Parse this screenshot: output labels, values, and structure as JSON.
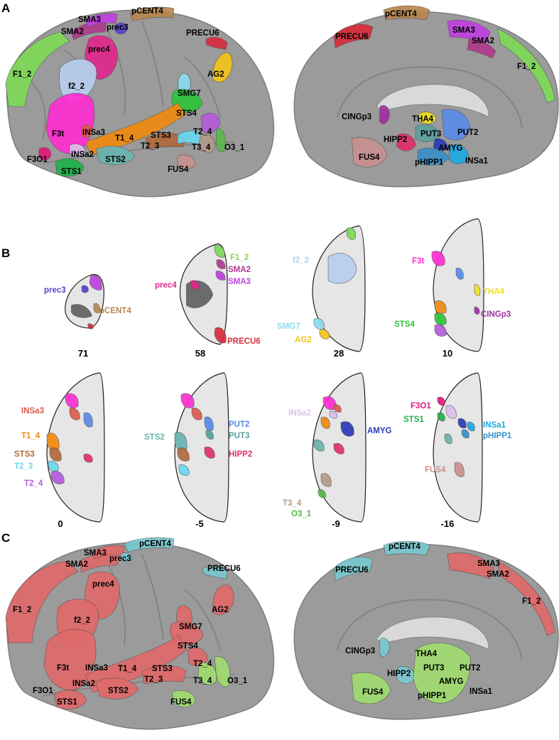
{
  "panels": {
    "a": "A",
    "b": "B",
    "c": "C"
  },
  "colors": {
    "F1_2": "#7ed957",
    "SMA2": "#b03a8a",
    "SMA3": "#c040e0",
    "prec3": "#5a3fd0",
    "pCENT4": "#b8864f",
    "PRECU6": "#d82c3c",
    "prec4": "#e0288c",
    "f2_2": "#b8cfee",
    "AG2": "#f2c418",
    "SMG7": "#8adcef",
    "STS4": "#2ec43a",
    "T2_4": "#b45cdc",
    "T1_4": "#f08a10",
    "STS3": "#b06a3c",
    "T2_3": "#6ad8f0",
    "T3_4": "#b49a8a",
    "O3_1": "#5ab84a",
    "F3t": "#ff2ed2",
    "INSa3": "#dc5a50",
    "INSa2": "#dcc0ec",
    "F3O1": "#e0187a",
    "STS1": "#20b04a",
    "STS2": "#6ab4b0",
    "FUS4": "#c89090",
    "CINGp3": "#a030a0",
    "THA4": "#f0e020",
    "HIPP2": "#e0306a",
    "PUT3": "#5aa0a0",
    "PUT2": "#5a8ae8",
    "AMYG": "#2a3ab8",
    "pHIPP1": "#3a90c8",
    "INSa1": "#20a8e0",
    "c_red": "#e06a6a",
    "c_teal": "#7ac8d0",
    "c_green": "#a0dc70"
  },
  "panel_a": {
    "lateral": [
      "SMA3",
      "prec3",
      "pCENT4",
      "SMA2",
      "PRECU6",
      "prec4",
      "F1_2",
      "AG2",
      "f2_2",
      "SMG7",
      "STS4",
      "F3t",
      "INSa3",
      "T1_4",
      "STS3",
      "T2_4",
      "T2_3",
      "T3_4",
      "O3_1",
      "INSa2",
      "F3O1",
      "STS2",
      "STS1",
      "FUS4"
    ],
    "medial": [
      "pCENT4",
      "PRECU6",
      "SMA3",
      "SMA2",
      "F1_2",
      "CINGp3",
      "THA4",
      "HIPP2",
      "PUT3",
      "PUT2",
      "FUS4",
      "AMYG",
      "pHIPP1",
      "INSa1"
    ]
  },
  "panel_b": {
    "slices": [
      {
        "number": "71",
        "labels": [
          "prec3",
          "pCENT4"
        ]
      },
      {
        "number": "58",
        "labels": [
          "F1_2",
          "SMA2",
          "SMA3",
          "prec4",
          "PRECU6"
        ]
      },
      {
        "number": "28",
        "labels": [
          "f2_2",
          "SMG7",
          "AG2"
        ]
      },
      {
        "number": "10",
        "labels": [
          "F3t",
          "THA4",
          "CINGp3",
          "STS4"
        ]
      },
      {
        "number": "0",
        "labels": [
          "INSa3",
          "T1_4",
          "STS3",
          "T2_3",
          "T2_4"
        ]
      },
      {
        "number": "-5",
        "labels": [
          "PUT2",
          "PUT3",
          "STS2",
          "HIPP2"
        ]
      },
      {
        "number": "-9",
        "labels": [
          "INSa2",
          "AMYG",
          "T3_4",
          "O3_1"
        ]
      },
      {
        "number": "-16",
        "labels": [
          "F3O1",
          "STS1",
          "INSa1",
          "pHIPP1",
          "FUS4"
        ]
      }
    ]
  },
  "panel_c": {
    "lateral": [
      "SMA3",
      "pCENT4",
      "SMA2",
      "prec3",
      "PRECU6",
      "prec4",
      "F1_2",
      "AG2",
      "f2_2",
      "SMG7",
      "STS4",
      "F3t",
      "INSa3",
      "T1_4",
      "STS3",
      "T2_4",
      "T2_3",
      "T3_4",
      "O3_1",
      "INSa2",
      "F3O1",
      "STS2",
      "STS1",
      "FUS4"
    ],
    "medial": [
      "pCENT4",
      "PRECU6",
      "SMA3",
      "SMA2",
      "F1_2",
      "CINGp3",
      "THA4",
      "HIPP2",
      "PUT3",
      "PUT2",
      "AMYG",
      "FUS4",
      "pHIPP1",
      "INSa1"
    ]
  }
}
